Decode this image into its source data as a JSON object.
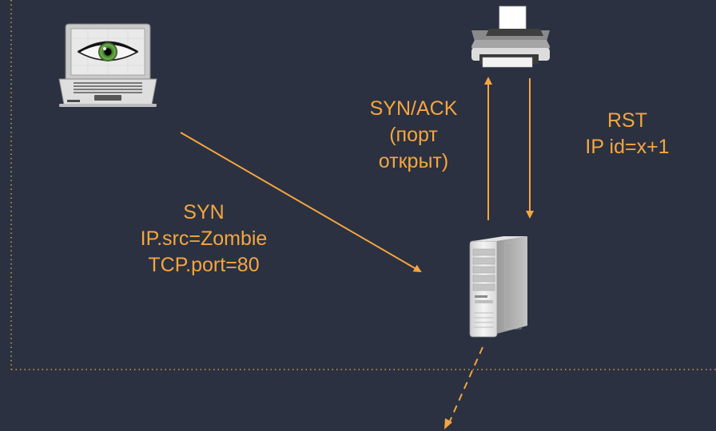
{
  "colors": {
    "background": "#2b3140",
    "accent": "#f5a640",
    "dotted_border": "#d0a055"
  },
  "icons": {
    "attacker": "laptop-with-eye-icon",
    "zombie": "printer-icon",
    "target": "server-tower-icon"
  },
  "labels": {
    "syn": {
      "line1": "SYN",
      "line2": "IP.src=Zombie",
      "line3": "TCP.port=80"
    },
    "synack": {
      "line1": "SYN/ACK",
      "line2": "(порт",
      "line3": "открыт)"
    },
    "rst": {
      "line1": "RST",
      "line2": "IP id=x+1"
    }
  }
}
